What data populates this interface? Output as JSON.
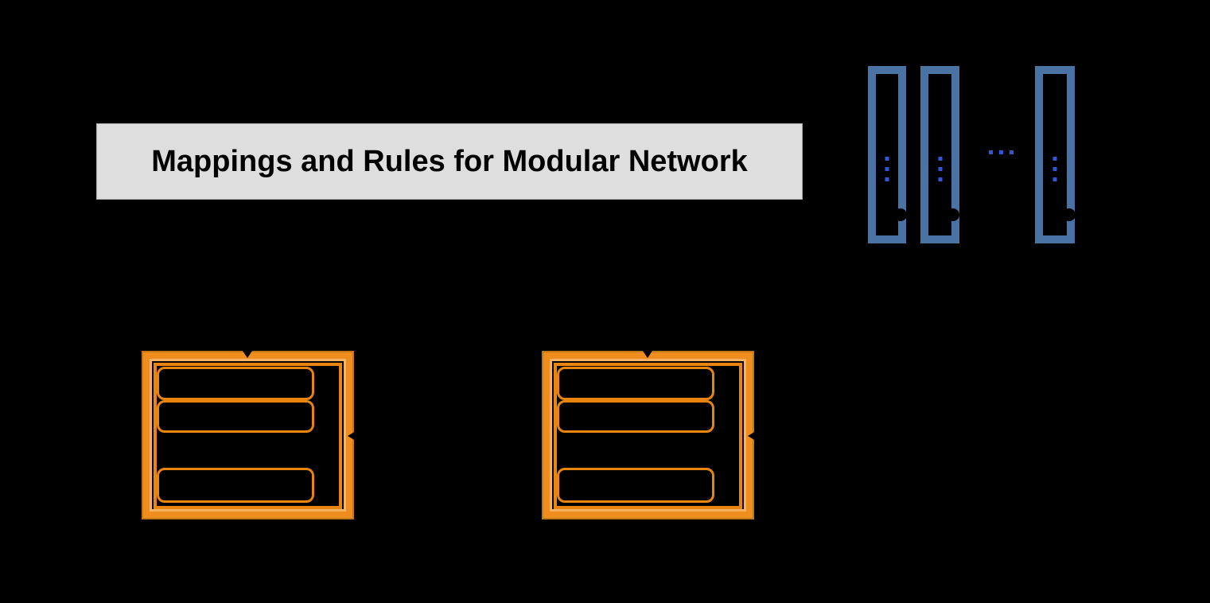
{
  "diagram": {
    "title": "Mappings and Rules for Modular Network",
    "colors": {
      "background": "#000000",
      "title_bg": "#dedede",
      "title_border": "#a8a8a8",
      "title_text": "#000000",
      "column_border": "#4a73a5",
      "dot_blue": "#3356d9",
      "module_border": "#ef8d1e",
      "module_border_light": "#f8b264",
      "module_border_dark": "#c07a14",
      "module_inner_border": "#e8850e"
    },
    "network_columns": {
      "visible_count": 3,
      "dots_per_column": 3,
      "vertical_ellipsis_icon": "⋮",
      "horizontal_ellipsis_icon": "…"
    },
    "modules": {
      "visible_count": 2,
      "slots_per_module": 3
    }
  }
}
